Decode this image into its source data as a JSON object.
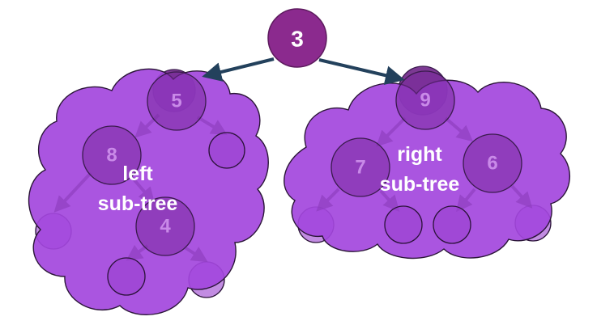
{
  "root": {
    "label": "3",
    "color": "#8b2a8e"
  },
  "left_subtree": {
    "caption_line1": "left",
    "caption_line2": "sub-tree",
    "nodes": [
      "5",
      "8",
      "4"
    ]
  },
  "right_subtree": {
    "caption_line1": "right",
    "caption_line2": "sub-tree",
    "nodes": [
      "9",
      "7",
      "6"
    ]
  },
  "colors": {
    "cloud": "#a347dd",
    "edge": "#23415c",
    "node_text": "#c98ae8"
  }
}
